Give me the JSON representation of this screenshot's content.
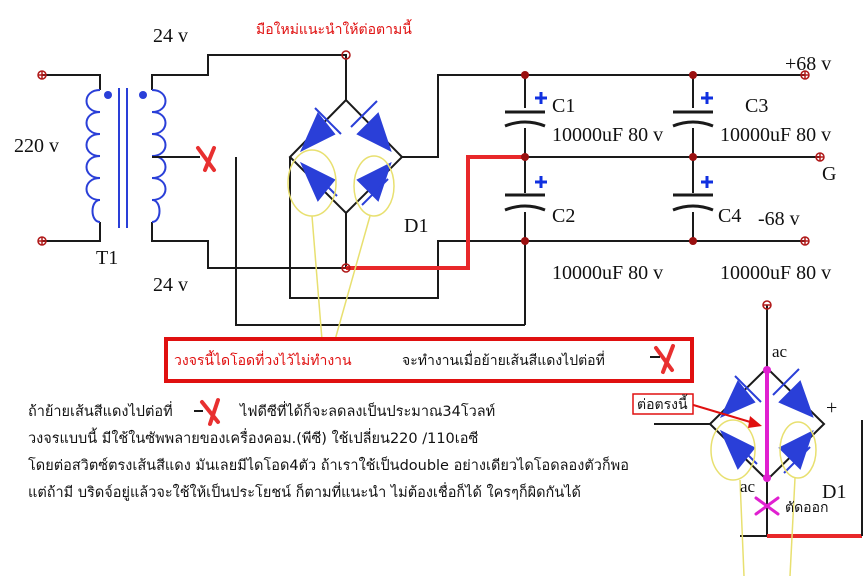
{
  "labels": {
    "v24_top": "24 v",
    "v24_bottom": "24 v",
    "v220": "220 v",
    "t1": "T1",
    "d1": "D1",
    "d1_right": "D1",
    "plus68": "+68 v",
    "g": "G",
    "minus68": "-68 v",
    "c1": "C1",
    "c2": "C2",
    "c3": "C3",
    "c4": "C4",
    "cap_c1": "10000uF 80 v",
    "cap_c3": "10000uF 80 v",
    "cap_c2": "10000uF 80 v",
    "cap_c4": "10000uF 80 v",
    "ac_top": "ac",
    "ac_bottom": "ac",
    "plus": "+"
  },
  "annotations": {
    "top_red": "มือใหม่แนะนำให้ต่อตามนี้",
    "box_red": "วงจรนี้ไดโอดที่วงไว้ไม่ทำงาน",
    "box_black": "จะทำงานเมื่อย้ายเส้นสีแดงไปต่อที่",
    "connect_here": "ต่อตรงนี้",
    "cut_off": "ตัดออก"
  },
  "notes": {
    "line1a": "ถ้าย้ายเส้นสีแดงไปต่อที่",
    "line1b": "ไฟดีซีที่ได้ก็จะลดลงเป็นประมาณ34โวลท์",
    "line2": "วงจรแบบนี้ มีใช้ในซัพพลายของเครื่องคอม.(พีซี) ใช้เปลี่ยน220 /110เอซี",
    "line3": "โดยต่อสวิตซ์ตรงเส้นสีแดง มันเลยมีไดโอด4ตัว ถ้าเราใช้เป็นdouble อย่างเดียวไดโอดลองตัวก็พอ",
    "line4": "แต่ถ้ามี บริดจ์อยู่แล้วจะใช้ให้เป็นประโยชน์ ก็ตามที่แนะนำ ไม่ต้องเชื่อก็ได้ ใครๆก็ผิดกันได้"
  },
  "colors": {
    "wire": "#1a1a1a",
    "red_wire": "#e8282a",
    "terminal": "#b01818",
    "diode": "#2a3fd8",
    "cap_plus": "#1030e0",
    "highlight_yellow": "#e8e070",
    "magenta": "#e020d0",
    "mark_x_red": "#e83030"
  }
}
